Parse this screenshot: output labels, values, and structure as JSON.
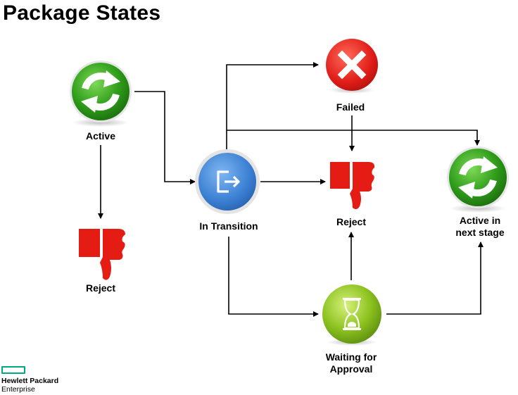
{
  "title": "Package States",
  "nodes": {
    "active": "Active",
    "in_transition": "In Transition",
    "failed": "Failed",
    "reject_left": "Reject",
    "reject_center": "Reject",
    "waiting_line1": "Waiting for",
    "waiting_line2": "Approval",
    "active_next_line1": "Active in",
    "active_next_line2": "next stage"
  },
  "logo": {
    "line1": "Hewlett Packard",
    "line2": "Enterprise"
  },
  "icons": {
    "active": "refresh-icon",
    "in_transition": "exit-icon",
    "failed": "x-icon",
    "reject": "thumbs-down-icon",
    "waiting": "hourglass-icon",
    "active_next": "refresh-icon"
  },
  "colors": {
    "green": "#3cab1e",
    "blue": "#3f86d8",
    "red": "#e8201b",
    "olive": "#8fc226",
    "hpe_green": "#01a982"
  }
}
